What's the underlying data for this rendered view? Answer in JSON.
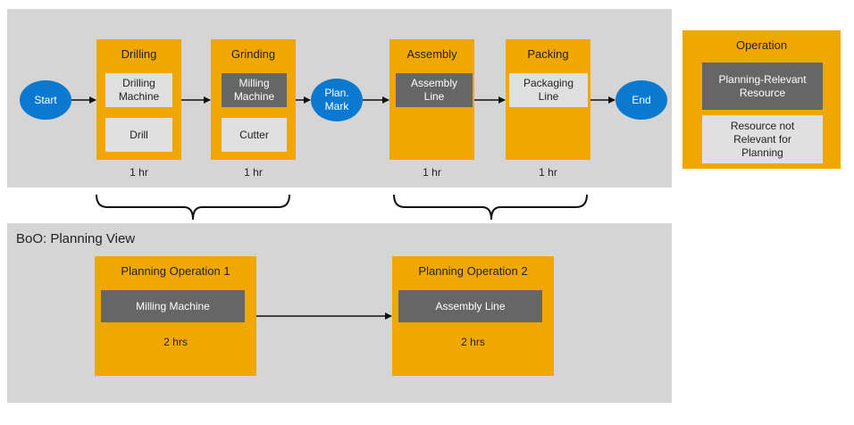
{
  "routing": {
    "start_label": "Start",
    "end_label": "End",
    "plan_mark_label": "Plan.\nMark",
    "operations": [
      {
        "title": "Drilling",
        "resources": [
          "Drilling\nMachine",
          "Drill"
        ],
        "duration": "1 hr"
      },
      {
        "title": "Grinding",
        "resources": [
          "Milling\nMachine",
          "Cutter"
        ],
        "duration": "1 hr"
      },
      {
        "title": "Assembly",
        "resources": [
          "Assembly\nLine"
        ],
        "duration": "1 hr"
      },
      {
        "title": "Packing",
        "resources": [
          "Packaging\nLine"
        ],
        "duration": "1 hr"
      }
    ]
  },
  "legend": {
    "title": "Operation",
    "planning_relevant": "Planning-Relevant\nResource",
    "not_relevant": "Resource not\nRelevant for\nPlanning"
  },
  "planning_view": {
    "title": "BoO: Planning View",
    "operations": [
      {
        "title": "Planning Operation 1",
        "resource": "Milling Machine",
        "duration": "2 hrs"
      },
      {
        "title": "Planning Operation 2",
        "resource": "Assembly Line",
        "duration": "2 hrs"
      }
    ]
  },
  "colors": {
    "operation": "#f0a800",
    "panel": "#d5d5d5",
    "node": "#0b79cf",
    "planning_relevant": "#666666",
    "not_relevant": "#e0e0e0"
  }
}
